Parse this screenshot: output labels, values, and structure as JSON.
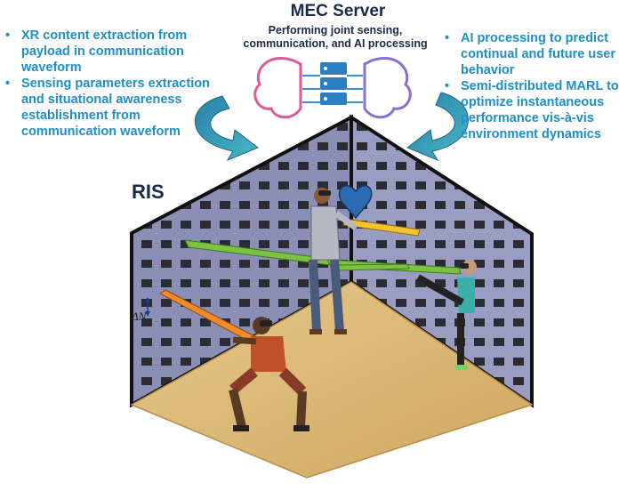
{
  "mec_server": {
    "title": "MEC Server",
    "subtitle_line1": "Performing joint sensing,",
    "subtitle_line2": "communication, and AI processing"
  },
  "left_bullets": [
    "XR content extraction from payload in communication waveform",
    "Sensing parameters extraction and situational awareness establishment from communication waveform"
  ],
  "right_bullets": [
    "AI processing to predict continual and future user behavior",
    "Semi-distributed MARL to optimize instantaneous performance vis-à-vis environment dynamics"
  ],
  "ris_label": "RIS",
  "delta_label": "ΔN",
  "colors": {
    "bullet_text": "#1f8fc7",
    "title_text": "#1b2a4a",
    "wall": "#8c8fb5",
    "floor": "#d9b778",
    "beam_green": "#7cc242",
    "beam_orange": "#f08a2c",
    "beam_yellow": "#f2c230",
    "arrow": "#3aa8b8"
  }
}
